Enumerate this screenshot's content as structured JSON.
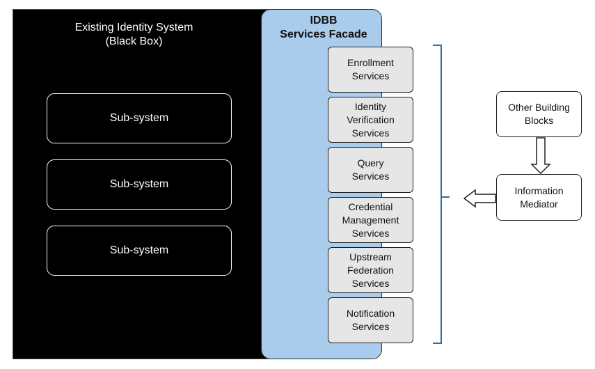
{
  "black_box": {
    "title": "Existing Identity System\n(Black Box)",
    "subsystems": [
      "Sub-system",
      "Sub-system",
      "Sub-system"
    ]
  },
  "facade": {
    "title": "IDBB\nServices Facade",
    "services": [
      "Enrollment\nServices",
      "Identity\nVerification\nServices",
      "Query\nServices",
      "Credential\nManagement\nServices",
      "Upstream\nFederation\nServices",
      "Notification\nServices"
    ]
  },
  "external": {
    "other_blocks": "Other Building\nBlocks",
    "mediator": "Information\nMediator"
  },
  "colors": {
    "black_box_fill": "#000000",
    "facade_fill": "#a9cbec",
    "service_fill": "#e6e6e6",
    "bracket": "#2f6f9e"
  }
}
